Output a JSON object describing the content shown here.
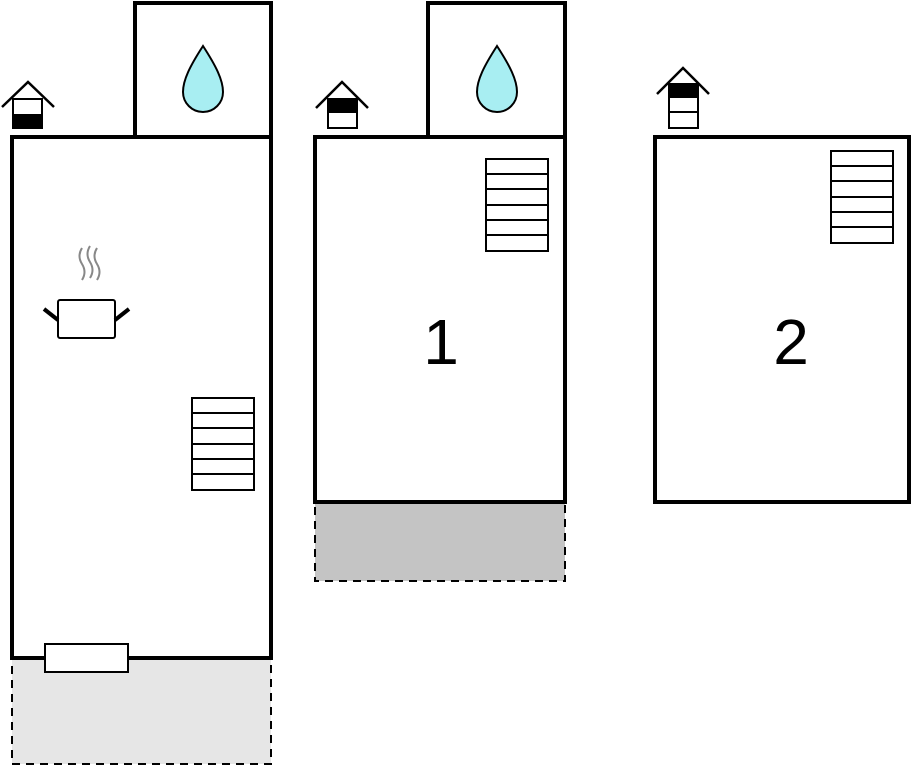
{
  "floors": [
    {
      "name": "ground-floor",
      "label": "",
      "level_icon": "house-level-ground-icon"
    },
    {
      "name": "first-floor",
      "label": "1",
      "level_icon": "house-level-1-icon"
    },
    {
      "name": "second-floor",
      "label": "2",
      "level_icon": "house-level-2-icon"
    }
  ],
  "colors": {
    "water": "#a8eef2",
    "terrace_ground": "#e6e6e6",
    "terrace_first": "#c4c4c4",
    "steam": "#888888"
  }
}
